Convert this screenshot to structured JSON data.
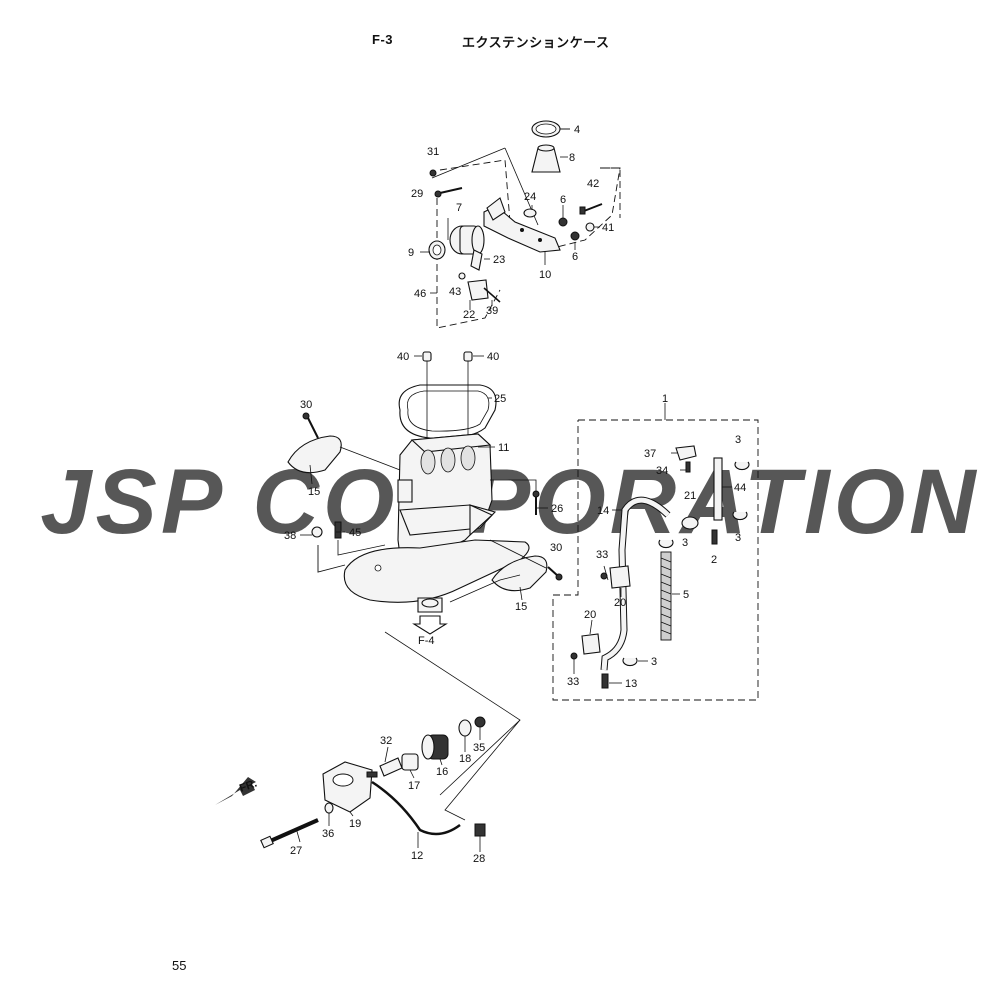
{
  "header": {
    "code": "F-3",
    "title": "エクステンションケース"
  },
  "page_number": "55",
  "watermark": {
    "text": "JSP CORPORATION",
    "color": "#c9c9c9"
  },
  "reference_label": "F-4",
  "front_label": "FR.",
  "callouts": {
    "c1": "1",
    "c2": "2",
    "c3a": "3",
    "c3b": "3",
    "c3c": "3",
    "c3d": "3",
    "c4": "4",
    "c5": "5",
    "c6a": "6",
    "c6b": "6",
    "c7": "7",
    "c8": "8",
    "c9": "9",
    "c10": "10",
    "c11": "11",
    "c12": "12",
    "c13": "13",
    "c14": "14",
    "c15a": "15",
    "c15b": "15",
    "c16": "16",
    "c17": "17",
    "c18": "18",
    "c19": "19",
    "c20a": "20",
    "c20b": "20",
    "c21": "21",
    "c22": "22",
    "c23": "23",
    "c24": "24",
    "c25": "25",
    "c26": "26",
    "c27": "27",
    "c28": "28",
    "c29": "29",
    "c30a": "30",
    "c30b": "30",
    "c31": "31",
    "c32": "32",
    "c33a": "33",
    "c33b": "33",
    "c34": "34",
    "c35": "35",
    "c36": "36",
    "c37": "37",
    "c38": "38",
    "c39": "39",
    "c40a": "40",
    "c40b": "40",
    "c41": "41",
    "c42": "42",
    "c43": "43",
    "c44": "44",
    "c45": "45",
    "c46": "46"
  }
}
